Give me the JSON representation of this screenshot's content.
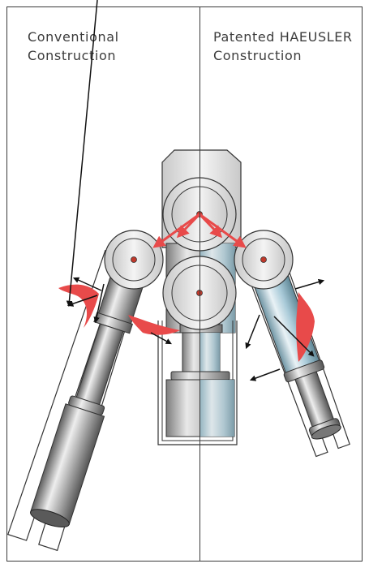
{
  "labels": {
    "conventional": [
      "Conventional",
      "Construction"
    ],
    "patented": [
      "Patented HAEUSLER",
      "Construction"
    ]
  },
  "colors": {
    "frame": "#3a3a3a",
    "force_arrow": "#e84a4a",
    "pressure_zone": "#e84a4a",
    "gray_metal": "#b9b9b9",
    "blue_metal": "#a9cad8"
  }
}
